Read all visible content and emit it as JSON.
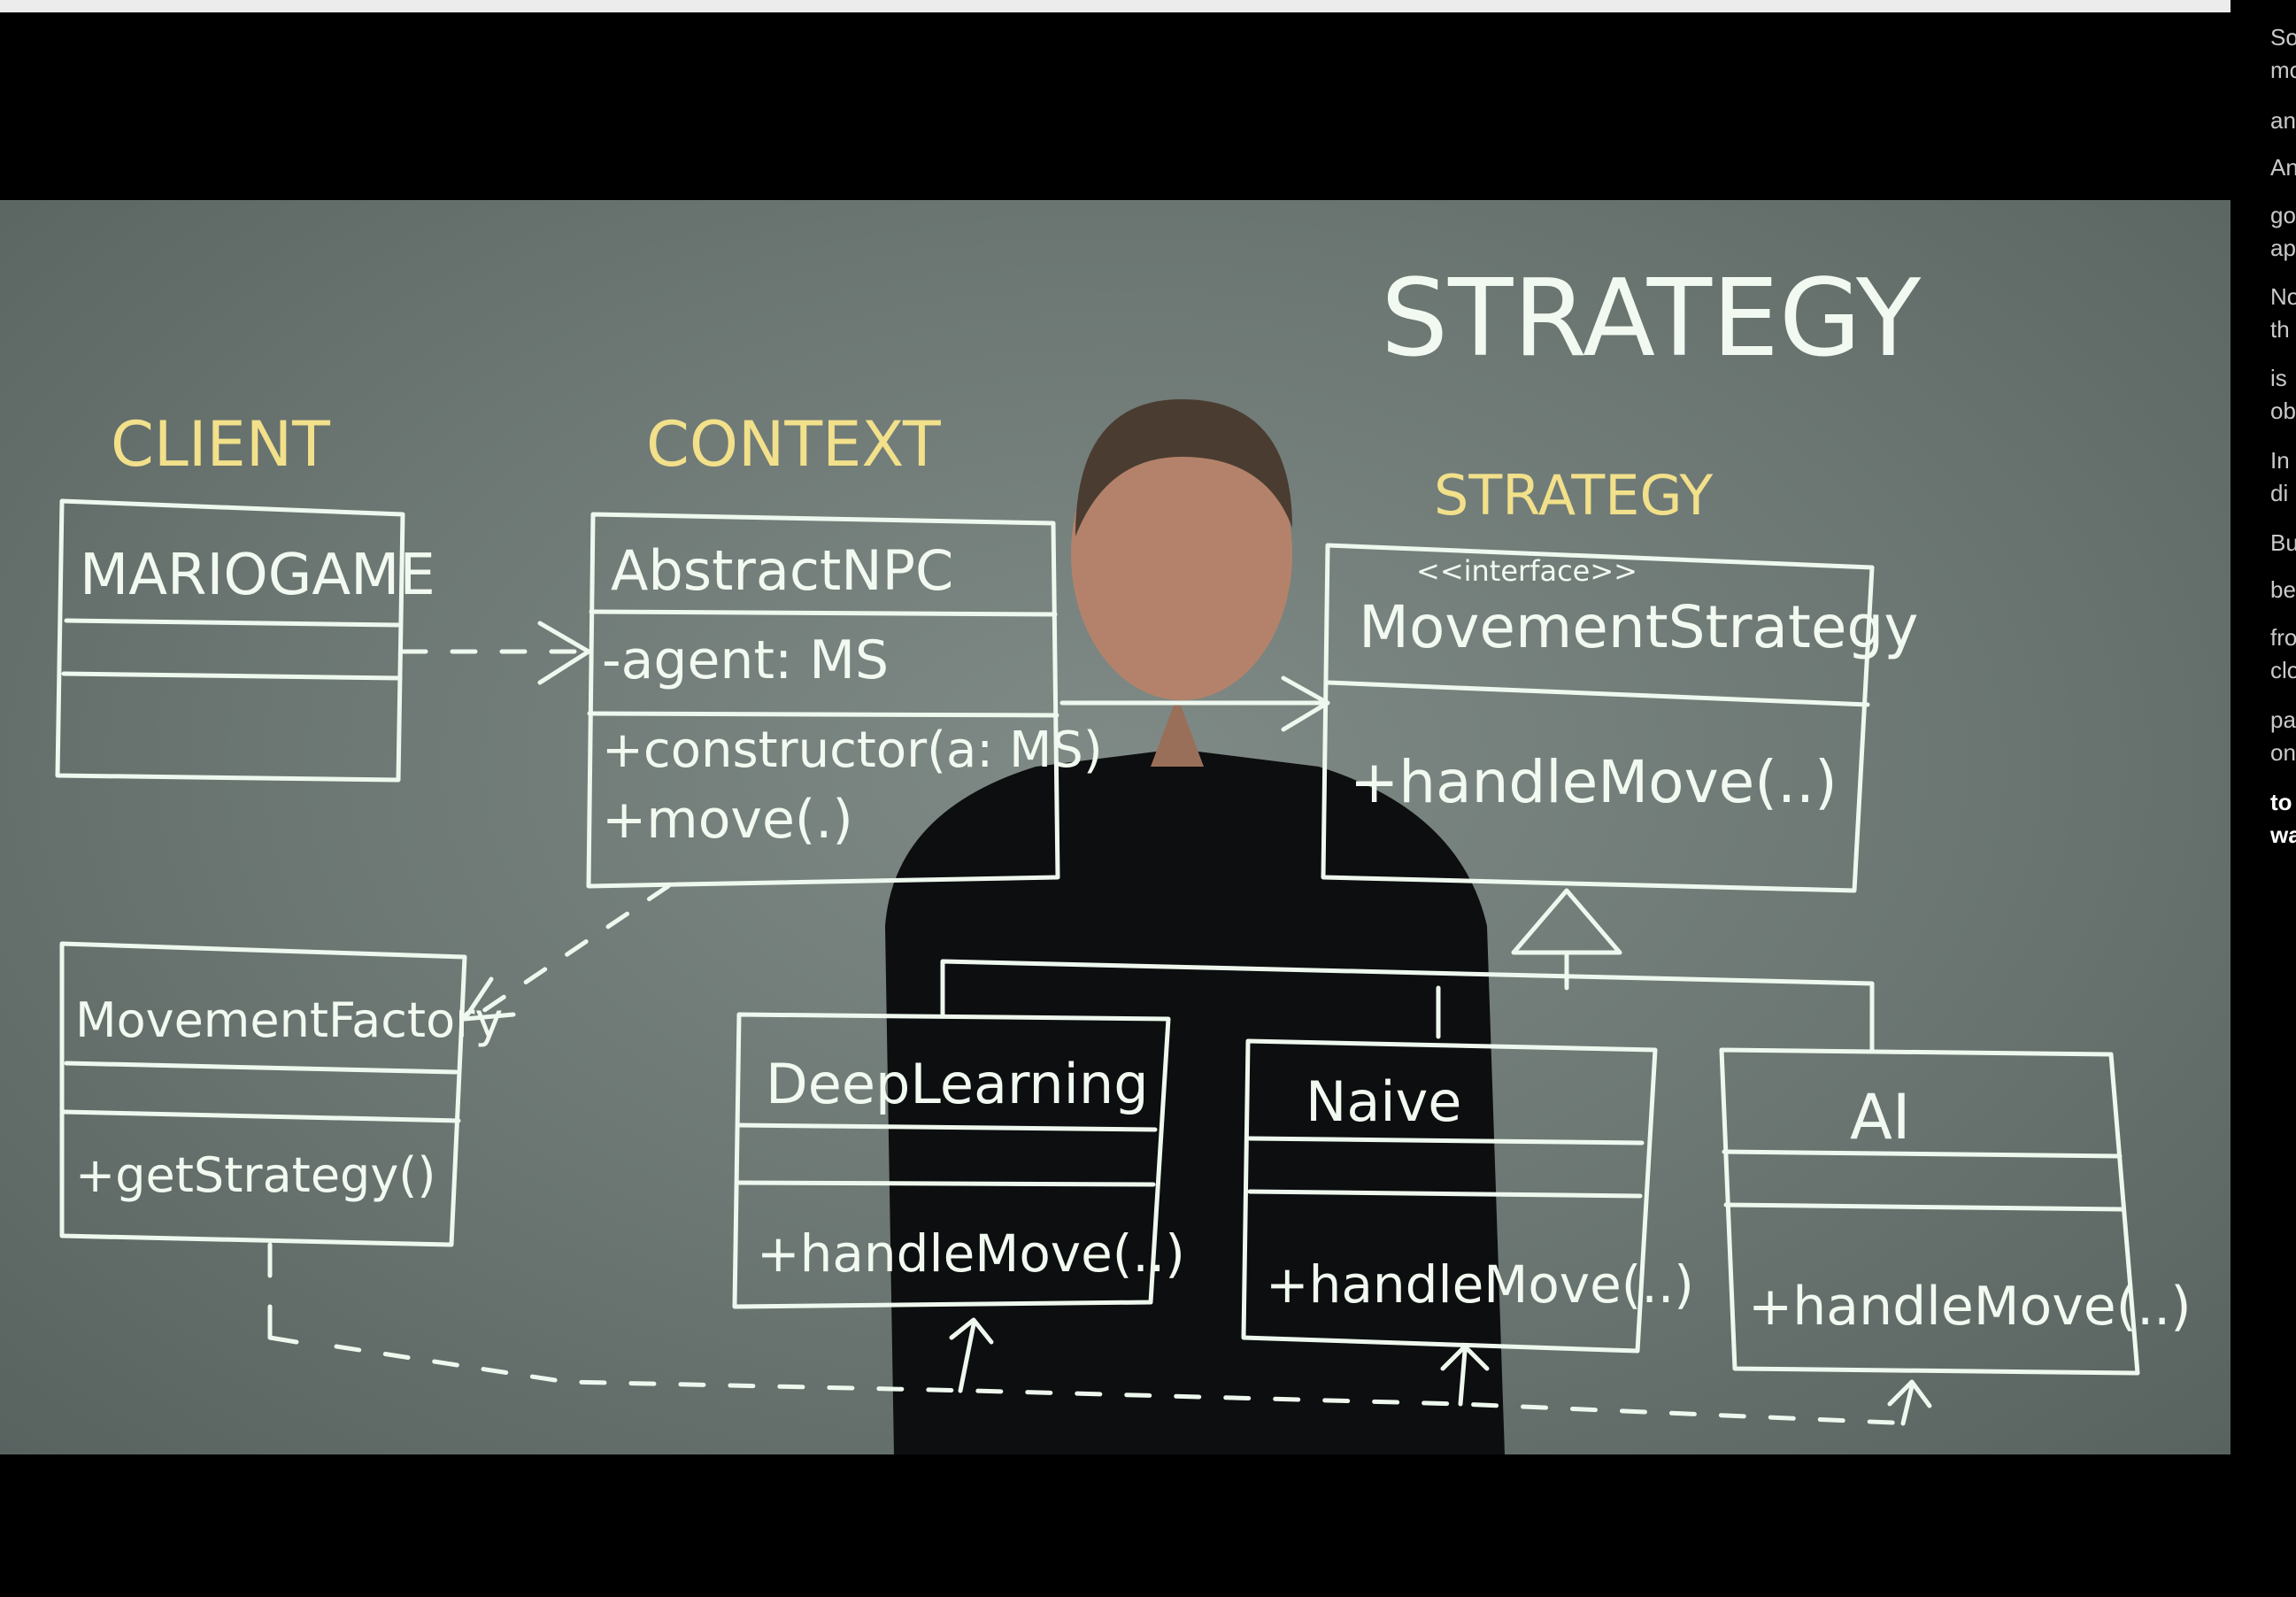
{
  "video": {
    "diagram": {
      "title": "STRATEGY",
      "roles": {
        "client": "CLIENT",
        "context": "CONTEXT",
        "strategy": "STRATEGY"
      },
      "classes": {
        "mario_game": {
          "name": "MARIOGAME"
        },
        "abstract_npc": {
          "name": "AbstractNPC",
          "field": "-agent: MS",
          "methods": [
            "+constructor(a: MS)",
            "+move(.)"
          ]
        },
        "movement_strategy": {
          "stereotype": "<<interface>>",
          "name": "MovementStrategy",
          "method": "+handleMove(..)"
        },
        "movement_factory": {
          "name": "MovementFactory",
          "method": "+getStrategy()"
        },
        "deep_learning": {
          "name": "DeepLearning",
          "method": "+handleMove(..)"
        },
        "naive": {
          "name": "Naive",
          "method": "+handleMove(..)"
        },
        "ai": {
          "name": "AI",
          "method": "+handleMove(..)"
        }
      }
    }
  },
  "transcript": {
    "lines": [
      {
        "text": "So",
        "line2": "mo",
        "active": false
      },
      {
        "text": "an",
        "line2": "",
        "active": false
      },
      {
        "text": "An",
        "line2": "",
        "active": false
      },
      {
        "text": "go",
        "line2": "ap",
        "active": false
      },
      {
        "text": "No",
        "line2": "th",
        "active": false
      },
      {
        "text": "is",
        "line2": "ob",
        "active": false
      },
      {
        "text": "In",
        "line2": "di",
        "active": false
      },
      {
        "text": "Bu",
        "line2": "",
        "active": false
      },
      {
        "text": "be",
        "line2": "",
        "active": false
      },
      {
        "text": "fro",
        "line2": "clo",
        "active": false
      },
      {
        "text": "pa",
        "line2": "on",
        "active": false
      },
      {
        "text": "to",
        "line2": "wa",
        "active": true
      }
    ]
  }
}
